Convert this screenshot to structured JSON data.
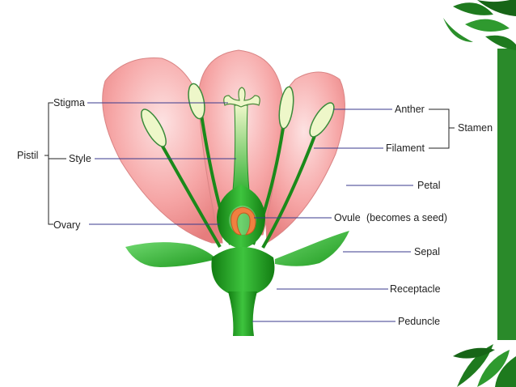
{
  "labels": {
    "stigma": "Stigma",
    "style": "Style",
    "ovary": "Ovary",
    "pistil": "Pistil",
    "anther": "Anther",
    "filament": "Filament",
    "stamen": "Stamen",
    "petal": "Petal",
    "ovule": "Ovule",
    "ovule_note": "(becomes a seed)",
    "sepal": "Sepal",
    "receptacle": "Receptacle",
    "peduncle": "Peduncle"
  },
  "colors": {
    "petal": "#f59b9b",
    "green": "#1f9a1f",
    "leader_line": "#3a3a8c",
    "ovule": "#f08040",
    "leaves": "#1e7a1e"
  }
}
